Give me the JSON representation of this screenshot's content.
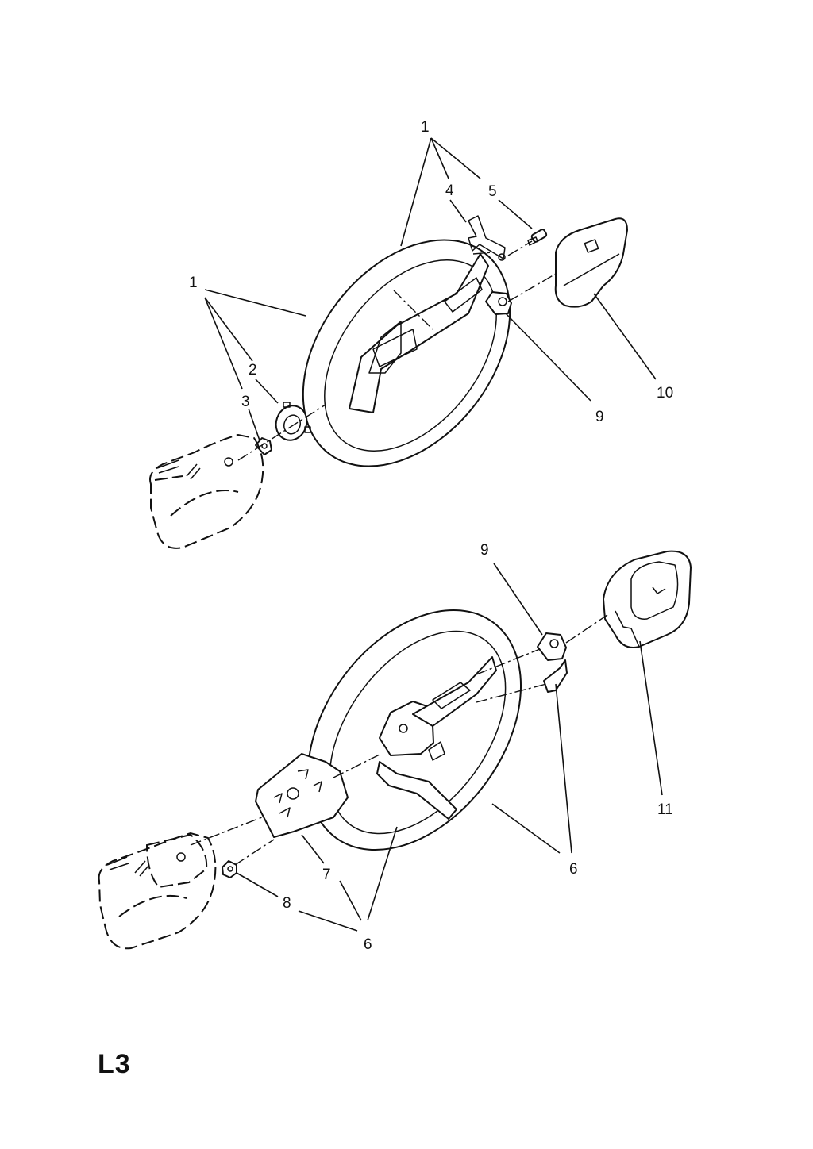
{
  "diagram": {
    "labels": {
      "l1_top": "1",
      "l4": "4",
      "l5": "5",
      "l1_left": "1",
      "l2": "2",
      "l3": "3",
      "l9_top": "9",
      "l10": "10",
      "l9_bottom": "9",
      "l11": "11",
      "l6_right": "6",
      "l7": "7",
      "l8": "8",
      "l6_bottom": "6"
    },
    "page_code": "L3"
  }
}
